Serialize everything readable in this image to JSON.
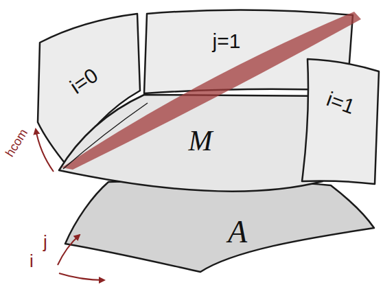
{
  "diagram": {
    "nodes": [
      {
        "text": [
          "i=0"
        ]
      },
      {
        "text": [
          "j=1"
        ]
      },
      {
        "text": [
          "i=1"
        ]
      },
      {
        "text": [
          "M"
        ]
      },
      {
        "text": [
          "A"
        ]
      }
    ],
    "labels": [
      "hcom",
      "j",
      "i"
    ]
  }
}
